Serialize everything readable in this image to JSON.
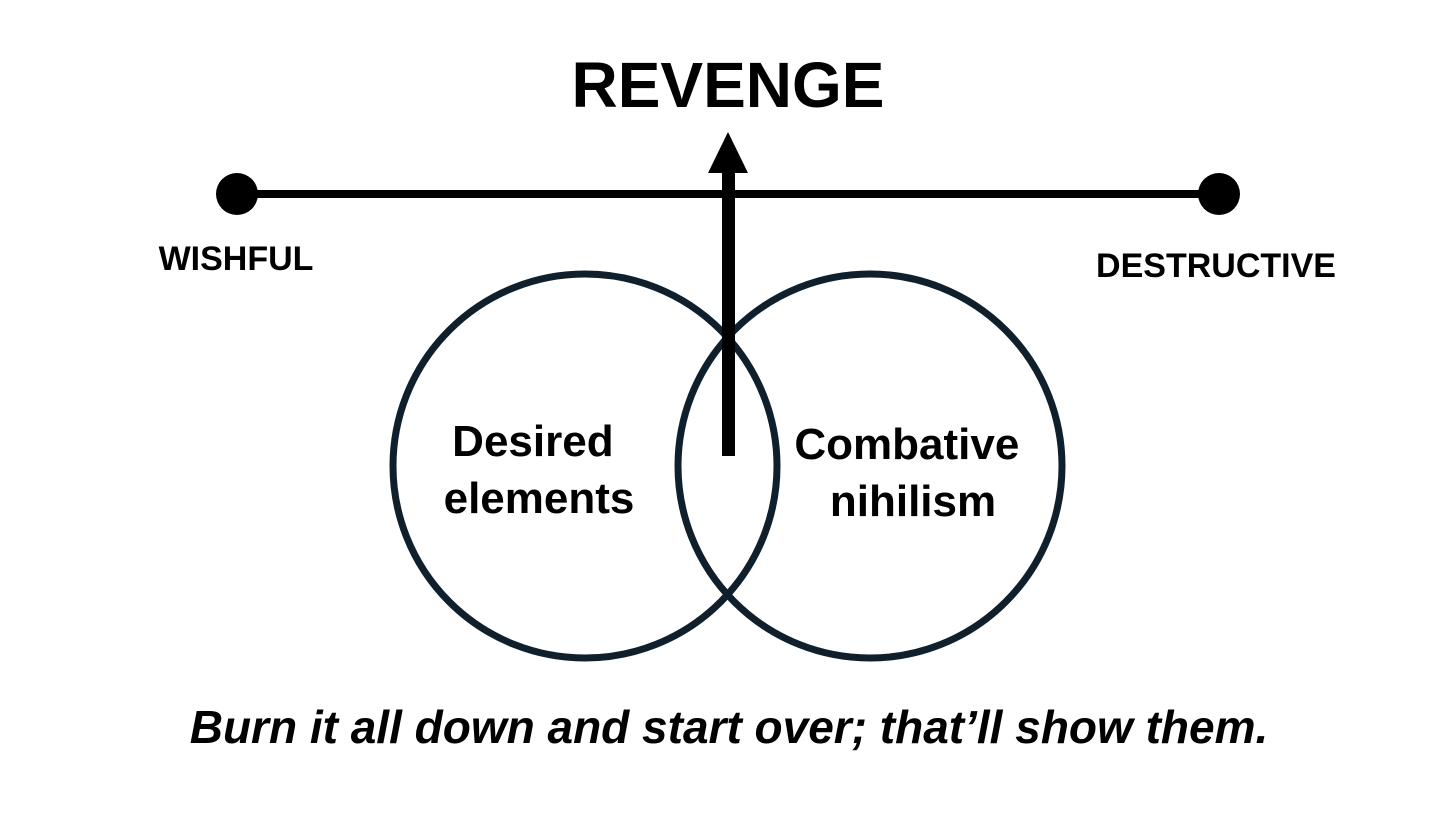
{
  "diagram": {
    "title": "REVENGE",
    "spectrum": {
      "left_label": "WISHFUL",
      "right_label": "DESTRUCTIVE"
    },
    "venn": {
      "left_circle_label_line1": "Desired",
      "left_circle_label_line2": "elements",
      "right_circle_label_line1": "Combative",
      "right_circle_label_line2": "nihilism"
    },
    "caption": "Burn it all down and start over; that’ll show them."
  },
  "colors": {
    "ink": "#000000",
    "circle_stroke": "#0f1f2c",
    "background": "#ffffff"
  }
}
